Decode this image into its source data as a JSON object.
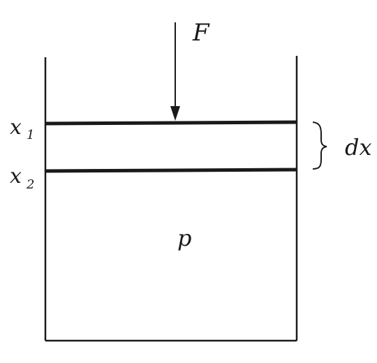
{
  "diagram": {
    "labels": {
      "force": "F",
      "x1_base": "x",
      "x1_sub": "1",
      "x2_base": "x",
      "x2_sub": "2",
      "dx": "dx",
      "pressure": "p"
    },
    "colors": {
      "stroke": "#1a1a1a",
      "background": "#ffffff"
    }
  }
}
